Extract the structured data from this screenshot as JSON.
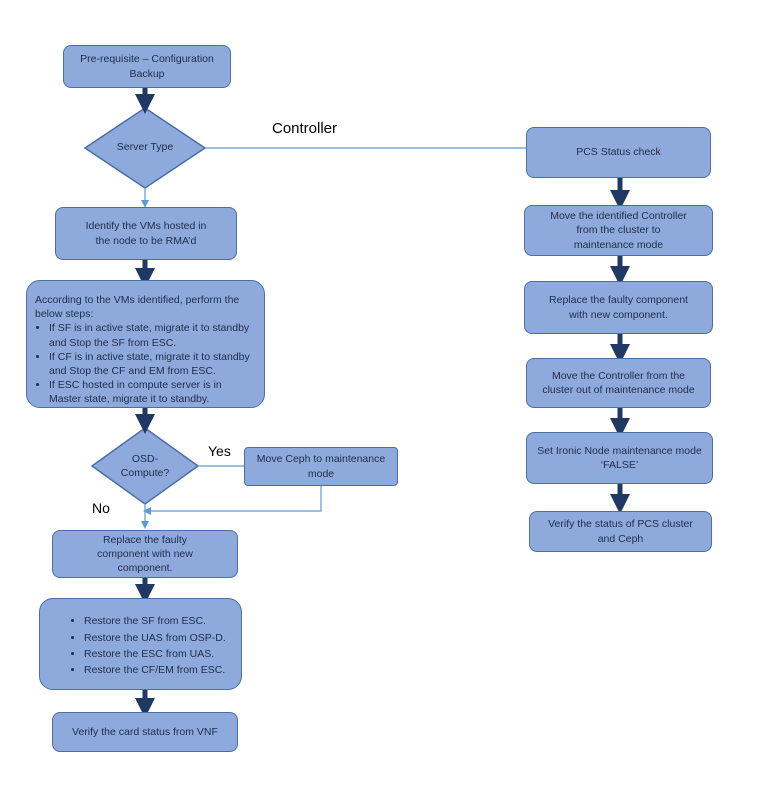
{
  "colors": {
    "box_fill": "#8ea9db",
    "box_border": "#4a6fa5",
    "arrow_dark": "#1f3864",
    "connector_light": "#5b9bd5",
    "text": "#1f2d4a"
  },
  "left_flow": {
    "prereq": "Pre-requisite – Configuration Backup",
    "server_type": "Server Type",
    "identify_vms": "Identify the VMs hosted in the node to be RMA’d",
    "steps": {
      "intro": "According to the VMs identified, perform the below steps:",
      "items": [
        "If SF is in active state, migrate it to standby and Stop the SF from ESC.",
        "If CF is in active state, migrate it to standby and Stop the CF and EM from ESC.",
        "If ESC hosted in compute server is in Master state, migrate it to standby."
      ]
    },
    "osd_compute": "OSD-\nCompute?",
    "ceph_maintenance": "Move Ceph to maintenance mode",
    "replace_component": "Replace the faulty component with new component.",
    "restore": {
      "items": [
        "Restore the SF from ESC.",
        "Restore the UAS from OSP-D.",
        "Restore the ESC from UAS.",
        "Restore the CF/EM from ESC."
      ]
    },
    "verify_card": "Verify the card status from VNF"
  },
  "labels": {
    "controller": "Controller",
    "yes": "Yes",
    "no": "No"
  },
  "right_flow": {
    "pcs_check": "PCS Status check",
    "move_to_maintenance": "Move the identified Controller from the cluster to maintenance mode",
    "replace_component": "Replace the faulty component with new component.",
    "move_out_maintenance": "Move the Controller from the cluster out of maintenance mode",
    "set_ironic": "Set Ironic Node maintenance mode ‘FALSE’",
    "verify_pcs": "Verify the status of PCS cluster and Ceph"
  }
}
